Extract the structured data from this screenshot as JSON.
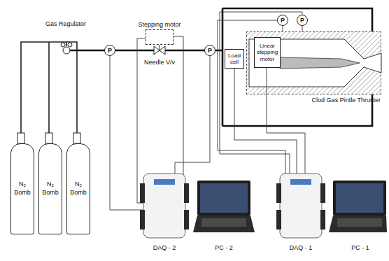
{
  "diagram": {
    "nodes": [
      {
        "text": [
          "N₂ Bomb"
        ]
      },
      {
        "text": [
          "N₂ Bomb"
        ]
      },
      {
        "text": [
          "N₂ Bomb"
        ]
      },
      {
        "text": [
          "P"
        ]
      },
      {
        "text": [
          "Stepping motor"
        ]
      },
      {
        "text": [
          "P"
        ]
      },
      {
        "text": [
          "P"
        ]
      },
      {
        "text": [
          "P"
        ]
      },
      {
        "text": [
          "Clod Gas Pintle Thruster"
        ]
      },
      {
        "text": [
          "Linear stepping motor"
        ],
        "in": 8
      },
      {
        "text": [
          "Load cell"
        ]
      }
    ],
    "labels": [
      "Gas Regulator",
      "Needle V/v",
      "DAQ - 2",
      "PC - 2",
      "DAQ - 1",
      "PC - 1"
    ]
  }
}
